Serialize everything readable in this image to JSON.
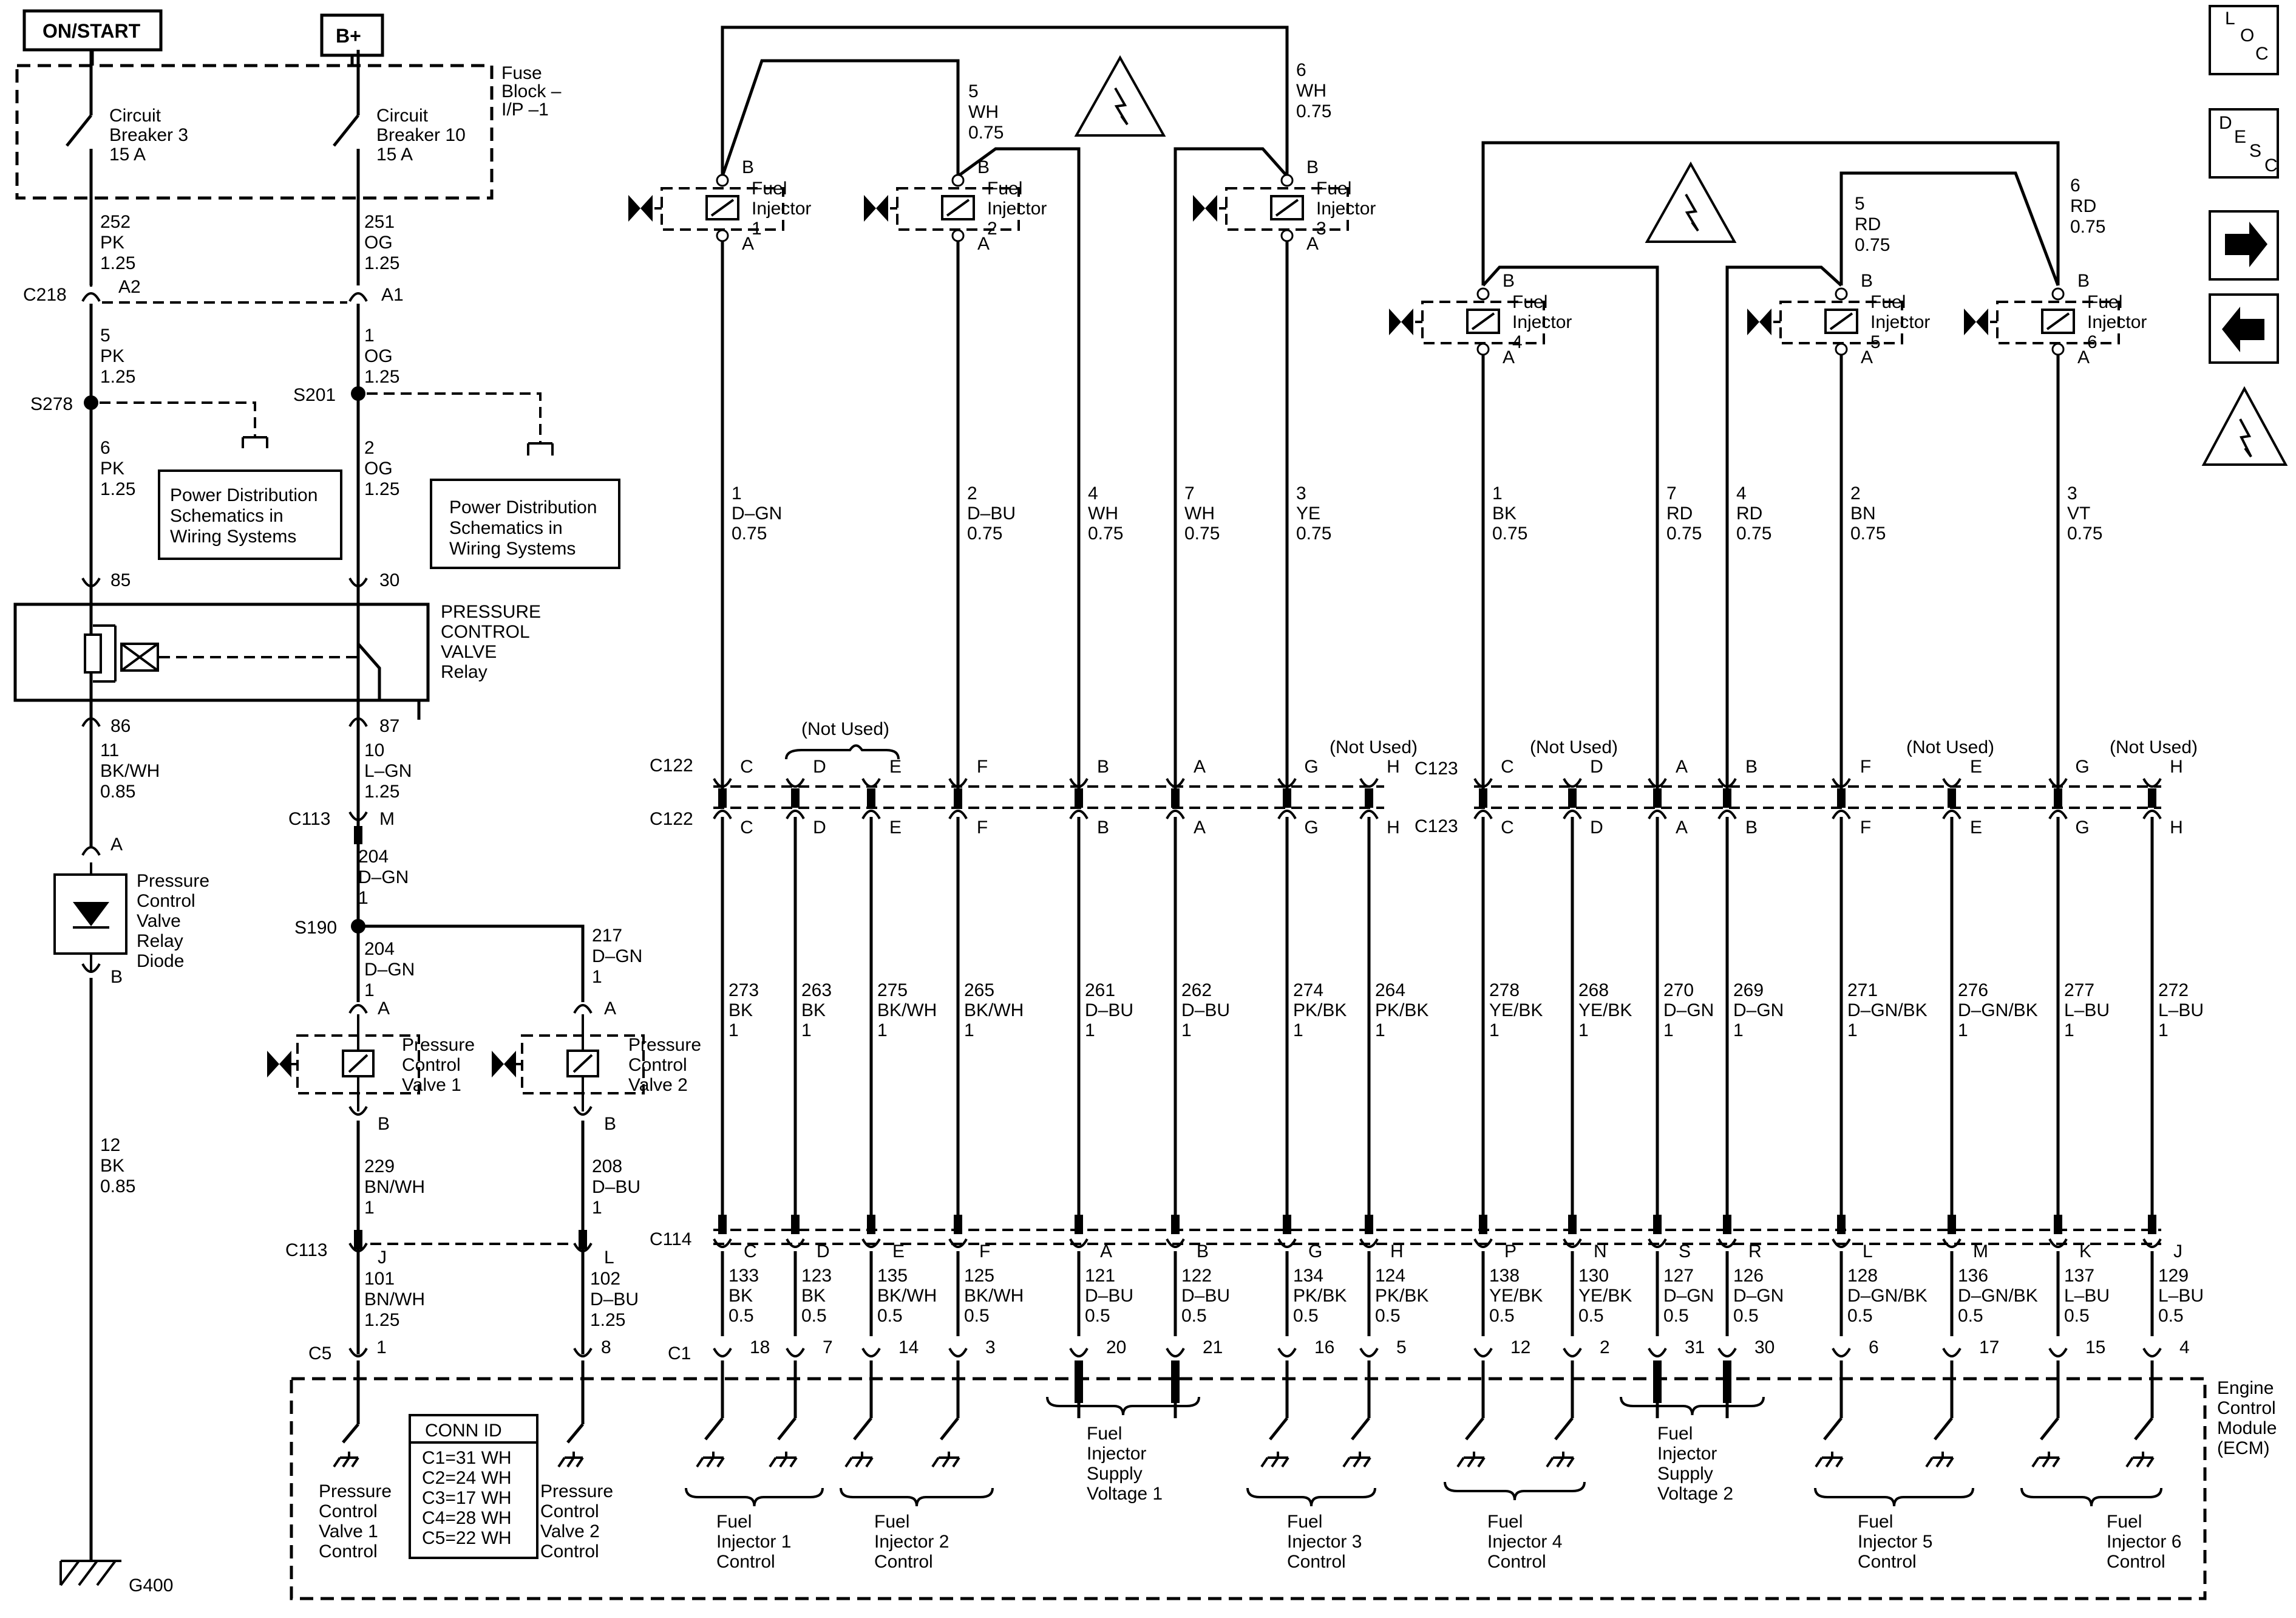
{
  "power": {
    "on_start": "ON/START",
    "b_plus": "B+"
  },
  "fuse_block": {
    "label": "Fuse\nBlock –\nI/P –1",
    "cb1": "Circuit\nBreaker 3\n15 A",
    "cb2": "Circuit\nBreaker 10\n15 A"
  },
  "nav": {
    "loc": [
      "L",
      "O",
      "C"
    ],
    "desc": [
      "D",
      "E",
      "S",
      "C"
    ]
  },
  "left": {
    "w252": "252\nPK\n1.25",
    "w251": "251\nOG\n1.25",
    "c218": "C218",
    "a2": "A2",
    "a1": "A1",
    "w5": "5\nPK\n1.25",
    "w1": "1\nOG\n1.25",
    "s278": "S278",
    "s201": "S201",
    "w6": "6\nPK\n1.25",
    "w2": "2\nOG\n1.25",
    "pd1": "Power Distribution\nSchematics in\nWiring Systems",
    "pd2": "Power Distribution\nSchematics in\nWiring Systems",
    "p85": "85",
    "p30": "30",
    "p86": "86",
    "p87": "87",
    "relay": "PRESSURE\nCONTROL\nVALVE\nRelay",
    "w11": "11\nBK/WH\n0.85",
    "w10": "10\nL–GN\n1.25",
    "c113m": "C113",
    "m": "M",
    "w204a": "204\nD–GN\n1",
    "s190": "S190",
    "w204b": "204\nD–GN\n1",
    "w217": "217\nD–GN\n1",
    "diode_a": "A",
    "diode_b": "B",
    "diode": "Pressure\nControl\nValve\nRelay\nDiode",
    "pcv1": "Pressure\nControl\nValve 1",
    "pcv2": "Pressure\nControl\nValve 2",
    "w12": "12\nBK\n0.85",
    "w229": "229\nBN/WH\n1",
    "w208": "208\nD–BU\n1",
    "c113j": "C113",
    "j": "J",
    "l": "L",
    "w101": "101\nBN/WH\n1.25",
    "w102": "102\nD–BU\n1.25",
    "c5": "C5",
    "c5p1": "1",
    "c5p8": "8",
    "g400": "G400",
    "conn_title": "CONN ID",
    "conn": [
      "C1=31 WH",
      "C2=24 WH",
      "C3=17 WH",
      "C4=28 WH",
      "C5=22 WH"
    ],
    "pcv1_ctrl": "Pressure\nControl\nValve 1\nControl",
    "pcv2_ctrl": "Pressure\nControl\nValve 2\nControl"
  },
  "injectors": [
    {
      "label": "Fuel\nInjector\n1"
    },
    {
      "label": "Fuel\nInjector\n2"
    },
    {
      "label": "Fuel\nInjector\n3"
    },
    {
      "label": "Fuel\nInjector\n4"
    },
    {
      "label": "Fuel\nInjector\n5"
    },
    {
      "label": "Fuel\nInjector\n6"
    }
  ],
  "bank1_top": {
    "w5wh": "5\nWH\n0.75",
    "w6wh": "6\nWH\n0.75"
  },
  "bank2_top": {
    "w5rd": "5\nRD\n0.75",
    "w6rd": "6\nRD\n0.75"
  },
  "columns": [
    {
      "upper": "1\nD–GN\n0.75",
      "cav": "C",
      "mid": "273\nBK\n1",
      "c114": "C",
      "ecm": "133\nBK\n0.5",
      "c1": "18"
    },
    {
      "upper": "",
      "cav": "D",
      "mid": "263\nBK\n1",
      "c114": "D",
      "ecm": "123\nBK\n0.5",
      "c1": "7"
    },
    {
      "upper": "",
      "cav": "E",
      "mid": "275\nBK/WH\n1",
      "c114": "E",
      "ecm": "135\nBK/WH\n0.5",
      "c1": "14"
    },
    {
      "upper": "2\nD–BU\n0.75",
      "cav": "F",
      "mid": "265\nBK/WH\n1",
      "c114": "F",
      "ecm": "125\nBK/WH\n0.5",
      "c1": "3"
    },
    {
      "upper": "4\nWH\n0.75",
      "cav": "B",
      "mid": "261\nD–BU\n1",
      "c114": "A",
      "ecm": "121\nD–BU\n0.5",
      "c1": "20"
    },
    {
      "upper": "7\nWH\n0.75",
      "cav": "A",
      "mid": "262\nD–BU\n1",
      "c114": "B",
      "ecm": "122\nD–BU\n0.5",
      "c1": "21"
    },
    {
      "upper": "3\nYE\n0.75",
      "cav": "G",
      "mid": "274\nPK/BK\n1",
      "c114": "G",
      "ecm": "134\nPK/BK\n0.5",
      "c1": "16"
    },
    {
      "upper": "",
      "cav": "H",
      "mid": "264\nPK/BK\n1",
      "c114": "H",
      "ecm": "124\nPK/BK\n0.5",
      "c1": "5"
    },
    {
      "upper": "1\nBK\n0.75",
      "cav": "C",
      "mid": "278\nYE/BK\n1",
      "c114": "P",
      "ecm": "138\nYE/BK\n0.5",
      "c1": "12"
    },
    {
      "upper": "",
      "cav": "D",
      "mid": "268\nYE/BK\n1",
      "c114": "N",
      "ecm": "130\nYE/BK\n0.5",
      "c1": "2"
    },
    {
      "upper": "7\nRD\n0.75",
      "cav": "A",
      "mid": "270\nD–GN\n1",
      "c114": "S",
      "ecm": "127\nD–GN\n0.5",
      "c1": "31"
    },
    {
      "upper": "4\nRD\n0.75",
      "cav": "B",
      "mid": "269\nD–GN\n1",
      "c114": "R",
      "ecm": "126\nD–GN\n0.5",
      "c1": "30"
    },
    {
      "upper": "2\nBN\n0.75",
      "cav": "F",
      "mid": "271\nD–GN/BK\n1",
      "c114": "L",
      "ecm": "128\nD–GN/BK\n0.5",
      "c1": "6"
    },
    {
      "upper": "",
      "cav": "E",
      "mid": "276\nD–GN/BK\n1",
      "c114": "M",
      "ecm": "136\nD–GN/BK\n0.5",
      "c1": "17"
    },
    {
      "upper": "3\nVT\n0.75",
      "cav": "G",
      "mid": "277\nL–BU\n1",
      "c114": "K",
      "ecm": "137\nL–BU\n0.5",
      "c1": "15"
    },
    {
      "upper": "",
      "cav": "H",
      "mid": "272\nL–BU\n1",
      "c114": "J",
      "ecm": "129\nL–BU\n0.5",
      "c1": "4"
    }
  ],
  "connectors": {
    "c122": "C122",
    "c123": "C123",
    "c114": "C114",
    "c1": "C1",
    "not_used": "(Not Used)"
  },
  "ecm": {
    "label": "Engine\nControl\nModule\n(ECM)",
    "groups": [
      "Fuel\nInjector 1\nControl",
      "Fuel\nInjector 2\nControl",
      "Fuel\nInjector\nSupply\nVoltage 1",
      "Fuel\nInjector 3\nControl",
      "Fuel\nInjector 4\nControl",
      "Fuel\nInjector\nSupply\nVoltage 2",
      "Fuel\nInjector 5\nControl",
      "Fuel\nInjector 6\nControl"
    ]
  }
}
